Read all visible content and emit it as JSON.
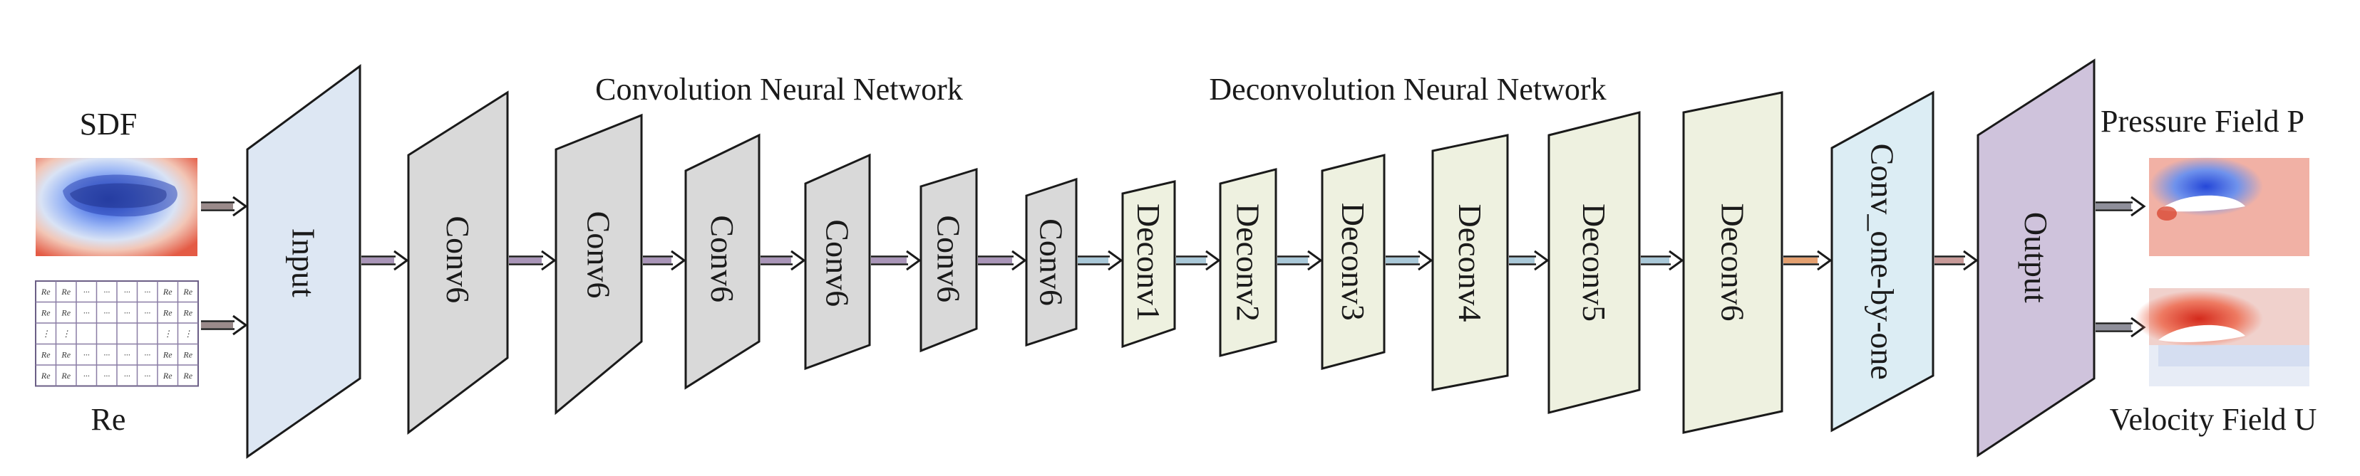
{
  "titles": {
    "encoder": "Convolution Neural Network",
    "decoder": "Deconvolution Neural Network"
  },
  "inputs": {
    "sdf_label": "SDF",
    "re_label": "Re",
    "re_cell": "Re",
    "re_ellipsis": "···",
    "re_vdots": "⋮"
  },
  "outputs": {
    "pressure_label": "Pressure Field P",
    "velocity_label": "Velocity Field U"
  },
  "layers": [
    {
      "label": "Input",
      "fill": "#dde7f3"
    },
    {
      "label": "Conv6",
      "fill": "#d9d9d9"
    },
    {
      "label": "Conv6",
      "fill": "#d9d9d9"
    },
    {
      "label": "Conv6",
      "fill": "#d9d9d9"
    },
    {
      "label": "Conv6",
      "fill": "#d9d9d9"
    },
    {
      "label": "Conv6",
      "fill": "#d9d9d9"
    },
    {
      "label": "Conv6",
      "fill": "#d9d9d9"
    },
    {
      "label": "Deconv1",
      "fill": "#eef1e0"
    },
    {
      "label": "Deconv2",
      "fill": "#eef1e0"
    },
    {
      "label": "Deconv3",
      "fill": "#eef1e0"
    },
    {
      "label": "Deconv4",
      "fill": "#eef1e0"
    },
    {
      "label": "Deconv5",
      "fill": "#eef1e0"
    },
    {
      "label": "Deconv6",
      "fill": "#eef1e0"
    },
    {
      "label": "Conv_one-by-one",
      "fill": "#dcedf4"
    },
    {
      "label": "Output",
      "fill": "#cfc3dc"
    }
  ],
  "arrow_colors": {
    "input": "#9a8a8a",
    "encoder": "#a995b8",
    "decoder": "#a9c8d8",
    "to_conv1x1": "#e4a070",
    "to_output": "#c89a98",
    "out_pressure": "#8f8f9a",
    "out_velocity": "#8f8f9a"
  },
  "colors": {
    "stroke": "#1a1a1a",
    "field_blue": "#3b68e0",
    "field_red": "#e8624c"
  }
}
